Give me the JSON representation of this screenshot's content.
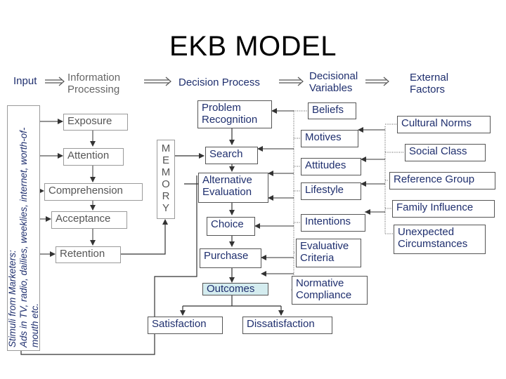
{
  "title": "EKB MODEL",
  "header": {
    "input": "Input",
    "info_processing": [
      "Information",
      "Processing"
    ],
    "decision_process": "Decision Process",
    "decisional_variables": [
      "Decisional",
      "Variables"
    ],
    "external_factors": [
      "External",
      "Factors"
    ]
  },
  "stimuli": [
    "Stimuli from Marketers:",
    "Ads in TV, radio, dailies, weeklies, internet, worth-of-mouth etc."
  ],
  "info_steps": [
    "Exposure",
    "Attention",
    "Comprehension",
    "Acceptance",
    "Retention"
  ],
  "memory_letters": [
    "M",
    "E",
    "M",
    "O",
    "R",
    "Y"
  ],
  "decision_steps": {
    "problem_recognition": [
      "Problem",
      "Recognition"
    ],
    "search": "Search",
    "alternative_evaluation": [
      "Alternative",
      "Evaluation"
    ],
    "choice": "Choice",
    "purchase": "Purchase",
    "outcomes": "Outcomes",
    "satisfaction": "Satisfaction",
    "dissatisfaction": "Dissatisfaction"
  },
  "decisional_variables": {
    "beliefs": "Beliefs",
    "motives": "Motives",
    "attitudes": "Attitudes",
    "lifestyle": "Lifestyle",
    "intentions": "Intentions",
    "evaluative_criteria": [
      "Evaluative",
      "Criteria"
    ],
    "normative_compliance": [
      "Normative",
      "Compliance"
    ]
  },
  "external_factors": {
    "cultural_norms": "Cultural Norms",
    "social_class": "Social Class",
    "reference_group": "Reference Group",
    "family_influence": "Family Influence",
    "unexpected_circumstances": [
      "Unexpected",
      "Circumstances"
    ]
  },
  "colors": {
    "navy_text": "#1f2f6e",
    "gray_text": "#555555",
    "outcomes_fill": "#d4ecef",
    "border": "#9a9a9a"
  }
}
